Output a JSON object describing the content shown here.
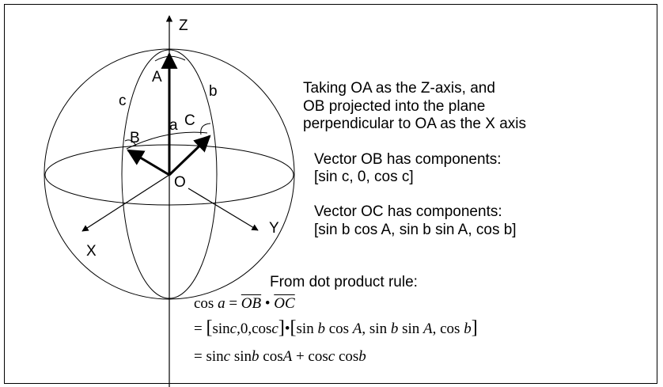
{
  "labels": {
    "axis_z": "Z",
    "axis_x": "X",
    "axis_y": "Y",
    "origin": "O",
    "angle_A": "A",
    "angle_B": "B",
    "angle_C": "C",
    "side_a": "a",
    "side_b": "b",
    "side_c": "c"
  },
  "notes": {
    "line1": "Taking OA as the Z-axis, and",
    "line2": "OB projected into the plane",
    "line3": "perpendicular to OA as the X axis",
    "ob_title": "Vector OB has components:",
    "ob_value": "[sin c, 0, cos c]",
    "oc_title": "Vector OC has components:",
    "oc_value": "[sin b cos A, sin b sin A, cos b]",
    "dot_title": "From dot product rule:"
  },
  "equations": {
    "eq1_lhs": "cos",
    "eq1_var": "a",
    "eq1_eq": " = ",
    "eq1_ob": "OB",
    "eq1_dot": " • ",
    "eq1_oc": "OC",
    "eq2_eq": "= ",
    "eq2_open": "[",
    "eq2_left": "sin",
    "eq2_c1": "c",
    "eq2_mid": ",0,cos",
    "eq2_c2": "c",
    "eq2_close": "]",
    "eq2_dot": "•",
    "eq2_open2": "[",
    "eq2_r1": "sin ",
    "eq2_b1": "b",
    "eq2_r2": " cos ",
    "eq2_A1": "A",
    "eq2_r3": ", sin ",
    "eq2_b2": "b",
    "eq2_r4": " sin ",
    "eq2_A2": "A",
    "eq2_r5": ", cos ",
    "eq2_b3": "b",
    "eq2_close2": "]",
    "eq3_eq": "= sin",
    "eq3_c1": "c",
    "eq3_s2": " sin",
    "eq3_b1": "b",
    "eq3_s3": " cos",
    "eq3_A": "A",
    "eq3_plus": " + cos",
    "eq3_c2": "c",
    "eq3_s4": " cos",
    "eq3_b2": "b"
  }
}
